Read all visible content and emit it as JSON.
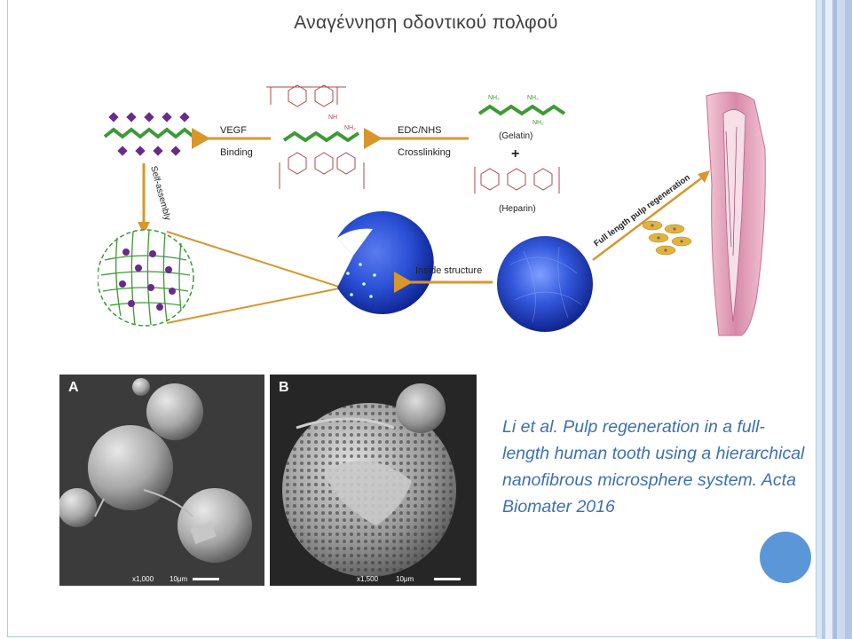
{
  "slide": {
    "title": "Αναγέννηση οδοντικού πολφού",
    "citation": "Li et al. Pulp regeneration in a full-length human tooth using a hierarchical nanofibrous microsphere system. Acta Biomater 2016"
  },
  "diagram": {
    "vegf_line1": "VEGF",
    "vegf_line2": "Binding",
    "edc_line1": "EDC/NHS",
    "edc_line2": "Crosslinking",
    "gelatin_label": "(Gelatin)",
    "heparin_label": "(Heparin)",
    "plus_sign": "+",
    "self_assembly": "Self-assembly",
    "inside_structure": "Inside structure",
    "full_length": "Full length pulp regeneration",
    "nh2": "NH₂",
    "nh": "NH"
  },
  "micrographs": {
    "a": {
      "label": "A",
      "mag": "x1,000",
      "scale": "10μm"
    },
    "b": {
      "label": "B",
      "mag": "x1,500",
      "scale": "10μm"
    }
  },
  "colors": {
    "accent_blue": "#3d6fb6",
    "arrow_orange": "#d8962e",
    "chain_green": "#3d9a35",
    "sphere_blue": "#2a4fd4",
    "deco_circle": "#5a96d8"
  }
}
